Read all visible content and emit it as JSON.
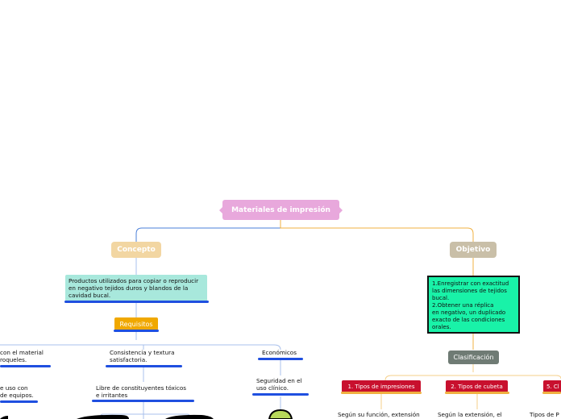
{
  "root": {
    "label": "Materiales de impresión"
  },
  "concepto": {
    "label": "Concepto",
    "definition": "Productos utilizados para copiar o reproducir\nen negativo tejidos duros y blandos de la\ncavidad bucal."
  },
  "requisitos": {
    "label": "Requisitos",
    "items": [
      "con el material\nroqueles.",
      "Consistencia y textura\nsatisfactoria.",
      "Económicos",
      "e uso con\nde equipos.",
      "Libre de constituyentes tóxicos\ne irritantes",
      "Seguridad en el\nuso clínico."
    ]
  },
  "objetivo": {
    "label": "Objetivo",
    "text": "1.Enregistrar con exactitud\nlas dimensiones de tejidos\nbucal.\n2.Obtener una réplica\nen negativo, un duplicado\nexacto de las condiciones\norales."
  },
  "clasificacion": {
    "label": "Clasificación",
    "items": [
      {
        "label": "1. Tipos de impresiones",
        "sub": "Según su función, extensión"
      },
      {
        "label": "2. Tipos de cubeta",
        "sub": "Según la extensión, el"
      },
      {
        "label": "5. Cl",
        "sub": "Tipos de P"
      }
    ]
  },
  "colors": {
    "root": "#e8a8dc",
    "concepto": "#f2d6a2",
    "objetivo": "#c9bfa8",
    "definition_bg": "#a8e8dc",
    "requisitos": "#f0a800",
    "objetivo_box": "#19f2a8",
    "clasificacion": "#6f7b74",
    "tipo": "#c8102e",
    "blue_line": "#1f4fe0",
    "orange_line": "#f0b040"
  }
}
